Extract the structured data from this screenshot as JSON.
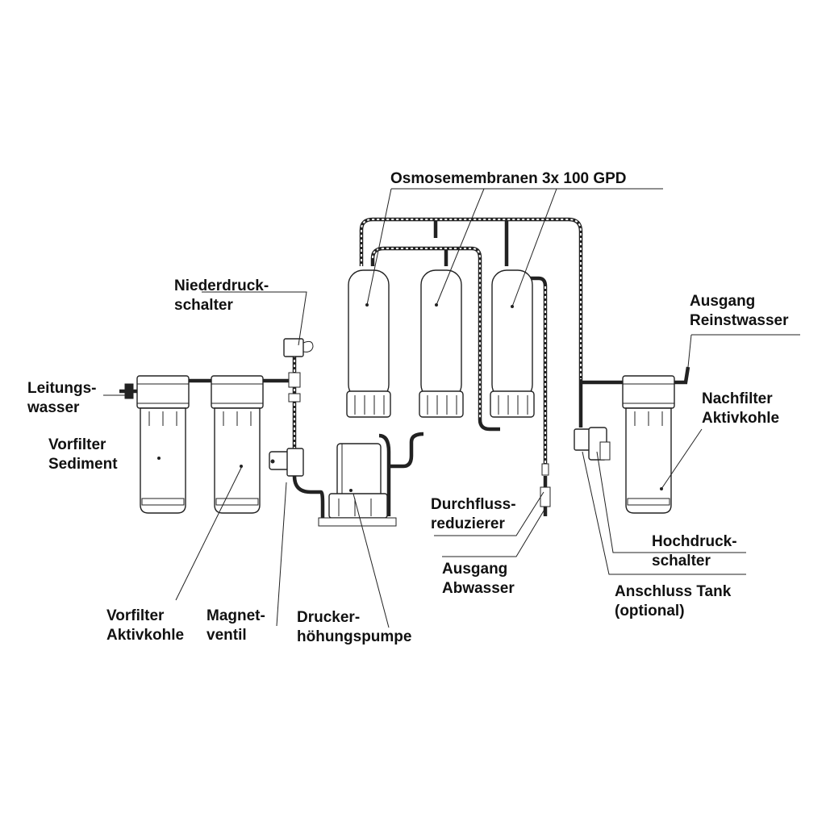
{
  "labels": {
    "leitungswasser": [
      "Leitungs-",
      "wasser"
    ],
    "vorfilter_sediment": [
      "Vorfilter",
      "Sediment"
    ],
    "vorfilter_aktivkohle": [
      "Vorfilter",
      "Aktivkohle"
    ],
    "niederdruckschalter": [
      "Niederdruck-",
      "schalter"
    ],
    "magnetventil": [
      "Magnet-",
      "ventil"
    ],
    "pumpe": [
      "Drucker-",
      "höhungspumpe"
    ],
    "membranen": "Osmosemembranen 3x 100 GPD",
    "durchflussreduzierer": [
      "Durchfluss-",
      "reduzierer"
    ],
    "ausgang_abwasser": [
      "Ausgang",
      "Abwasser"
    ],
    "ausgang_reinstwasser": [
      "Ausgang",
      "Reinstwasser"
    ],
    "nachfilter": [
      "Nachfilter",
      "Aktivkohle"
    ],
    "hochdruckschalter": [
      "Hochdruck-",
      "schalter"
    ],
    "anschluss_tank": [
      "Anschluss Tank",
      "(optional)"
    ]
  }
}
